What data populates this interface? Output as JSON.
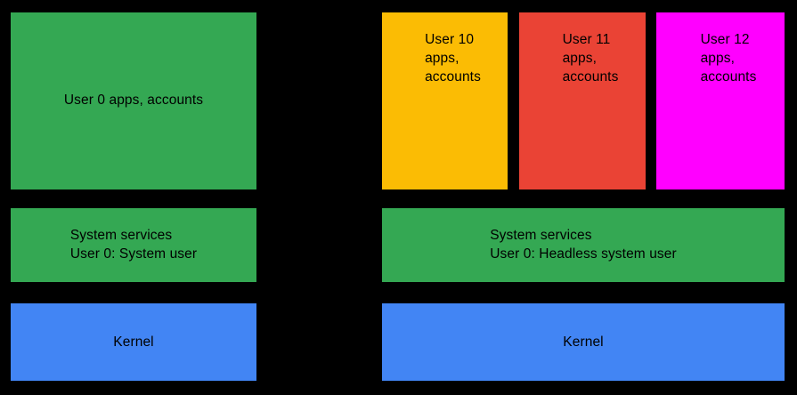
{
  "diagram": {
    "background_color": "#000000",
    "text_color": "#000000",
    "palette": {
      "green": "#34A853",
      "yellow": "#FBBC04",
      "red": "#EA4335",
      "magenta": "#FF00FF",
      "blue": "#4285F4"
    },
    "panels": [
      {
        "id": "single-user-device",
        "layers": [
          {
            "id": "left-apps",
            "label": "User 0 apps, accounts",
            "color": "#34A853"
          },
          {
            "id": "left-system-services",
            "label": "System services\nUser 0: System user",
            "color": "#34A853"
          },
          {
            "id": "left-kernel",
            "label": "Kernel",
            "color": "#4285F4"
          }
        ]
      },
      {
        "id": "multi-user-device",
        "layers": [
          {
            "id": "user-10-apps",
            "label": "User 10\napps,\naccounts",
            "color": "#FBBC04"
          },
          {
            "id": "user-11-apps",
            "label": "User 11\napps,\naccounts",
            "color": "#EA4335"
          },
          {
            "id": "user-12-apps",
            "label": "User 12\napps,\naccounts",
            "color": "#FF00FF"
          },
          {
            "id": "right-system-services",
            "label": "System services\nUser 0: Headless system user",
            "color": "#34A853"
          },
          {
            "id": "right-kernel",
            "label": "Kernel",
            "color": "#4285F4"
          }
        ]
      }
    ]
  }
}
